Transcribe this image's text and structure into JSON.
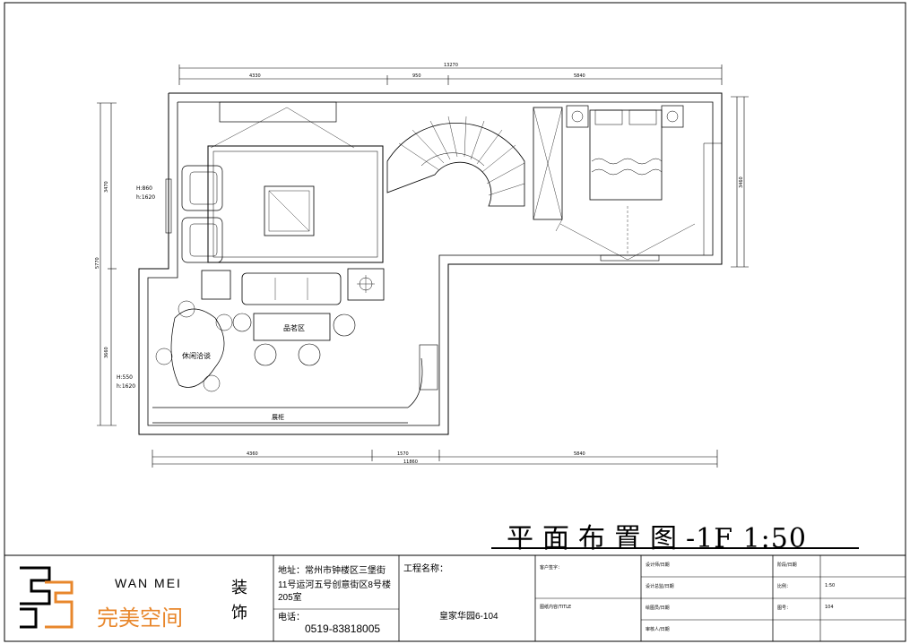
{
  "title": {
    "main": "平面布置图",
    "suffix": "-1F 1:50"
  },
  "dimensions": {
    "top_total": "13270",
    "top_seg1": "4330",
    "top_seg2": "950",
    "top_seg3": "5840",
    "bottom_total": "11860",
    "bottom_seg1": "4360",
    "bottom_seg2": "1570",
    "bottom_seg3": "5840",
    "left_upper": "3470",
    "left_total": "5770",
    "left_lower": "3660",
    "right_bedroom": "3460"
  },
  "annotations": {
    "outlet1_h": "H:860",
    "outlet1_h2": "h:1620",
    "outlet2_h": "H:550",
    "outlet2_h2": "h:1620",
    "dining_area": "品茗区",
    "tea_area": "休闲洽谈",
    "counter": "展柜"
  },
  "title_block": {
    "brand_en": "WAN MEI",
    "brand_cn": "完美空间",
    "deco_1": "装",
    "deco_2": "饰",
    "address_label": "地址：常州市钟楼区三堡街",
    "address_line2": "11号运河五号创意街区8号楼",
    "address_line3": "205室",
    "phone_label": "电话：",
    "phone": "0519-83818005",
    "project_label": "工程名称：",
    "project_name": "皇家华园6-104",
    "client_label": "客户签字：",
    "drawing_title_label": "图纸内容/TITLE",
    "designer_label": "设计师/日期",
    "design_dir_label": "设计总监/日期",
    "drafter_label": "绘图员/日期",
    "reviewer_label": "审核人/日期",
    "stage_label": "阶段/日期",
    "scale_label": "比例：",
    "scale_value": "1:50",
    "sheet_label": "图号：",
    "sheet_value": "104"
  }
}
